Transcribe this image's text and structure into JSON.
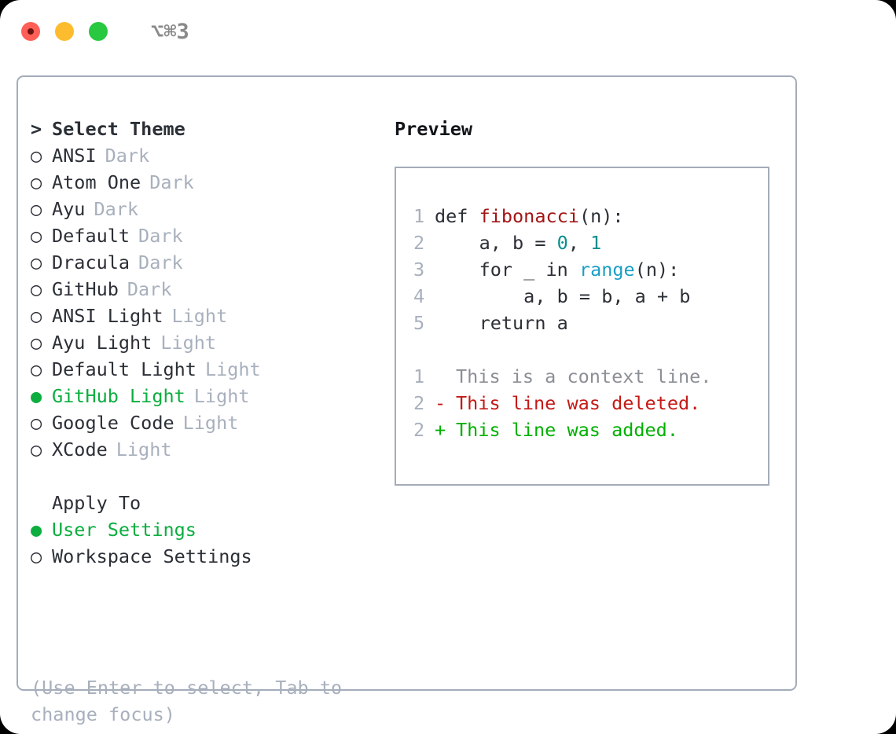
{
  "titlebar": {
    "lights": [
      "close-red",
      "minimize-yellow",
      "maximize-green"
    ],
    "shortcut": "⌥⌘3"
  },
  "left_panel": {
    "heading": {
      "marker": ">",
      "label": "Select Theme"
    },
    "themes": [
      {
        "marker": "○",
        "name": "ANSI",
        "variant": "Dark",
        "selected": false
      },
      {
        "marker": "○",
        "name": "Atom One",
        "variant": "Dark",
        "selected": false
      },
      {
        "marker": "○",
        "name": "Ayu",
        "variant": "Dark",
        "selected": false
      },
      {
        "marker": "○",
        "name": "Default",
        "variant": "Dark",
        "selected": false
      },
      {
        "marker": "○",
        "name": "Dracula",
        "variant": "Dark",
        "selected": false
      },
      {
        "marker": "○",
        "name": "GitHub",
        "variant": "Dark",
        "selected": false
      },
      {
        "marker": "○",
        "name": "ANSI Light",
        "variant": "Light",
        "selected": false
      },
      {
        "marker": "○",
        "name": "Ayu Light",
        "variant": "Light",
        "selected": false
      },
      {
        "marker": "○",
        "name": "Default Light",
        "variant": "Light",
        "selected": false
      },
      {
        "marker": "●",
        "name": "GitHub Light",
        "variant": "Light",
        "selected": true
      },
      {
        "marker": "○",
        "name": "Google Code",
        "variant": "Light",
        "selected": false
      },
      {
        "marker": "○",
        "name": "XCode",
        "variant": "Light",
        "selected": false
      }
    ],
    "apply_to": {
      "heading": "Apply To",
      "options": [
        {
          "marker": "●",
          "label": "User Settings",
          "selected": true
        },
        {
          "marker": "○",
          "label": "Workspace Settings",
          "selected": false
        }
      ]
    },
    "hint": "(Use Enter to select, Tab to change focus)"
  },
  "right_panel": {
    "title": "Preview",
    "code_lines": [
      {
        "lineno": "1",
        "tokens": [
          {
            "text": "def ",
            "type": "plain"
          },
          {
            "text": "fibonacci",
            "type": "fn"
          },
          {
            "text": "(n):",
            "type": "plain"
          }
        ]
      },
      {
        "lineno": "2",
        "tokens": [
          {
            "text": "    a, b = ",
            "type": "plain"
          },
          {
            "text": "0",
            "type": "num"
          },
          {
            "text": ", ",
            "type": "plain"
          },
          {
            "text": "1",
            "type": "num"
          }
        ]
      },
      {
        "lineno": "3",
        "tokens": [
          {
            "text": "    for _ in ",
            "type": "plain"
          },
          {
            "text": "range",
            "type": "builtin"
          },
          {
            "text": "(n):",
            "type": "plain"
          }
        ]
      },
      {
        "lineno": "4",
        "tokens": [
          {
            "text": "        a, b = b, a + b",
            "type": "plain"
          }
        ]
      },
      {
        "lineno": "5",
        "tokens": [
          {
            "text": "    return a",
            "type": "plain"
          }
        ]
      }
    ],
    "diff_lines": [
      {
        "lineno": "1",
        "sign": " ",
        "text": "This is a context line.",
        "kind": "ctx"
      },
      {
        "lineno": "2",
        "sign": "-",
        "text": "This line was deleted.",
        "kind": "del"
      },
      {
        "lineno": "2",
        "sign": "+",
        "text": "This line was added.",
        "kind": "add"
      }
    ]
  },
  "colors": {
    "accent_green": "#0cae3f",
    "border": "#a4acba",
    "muted": "#a8b0bd",
    "text": "#2b2f36",
    "diff_add": "#00b000",
    "diff_del": "#c41a16",
    "syntax_fn": "#a31515",
    "syntax_num": "#0b8e8e",
    "syntax_builtin": "#1a9ec4"
  }
}
